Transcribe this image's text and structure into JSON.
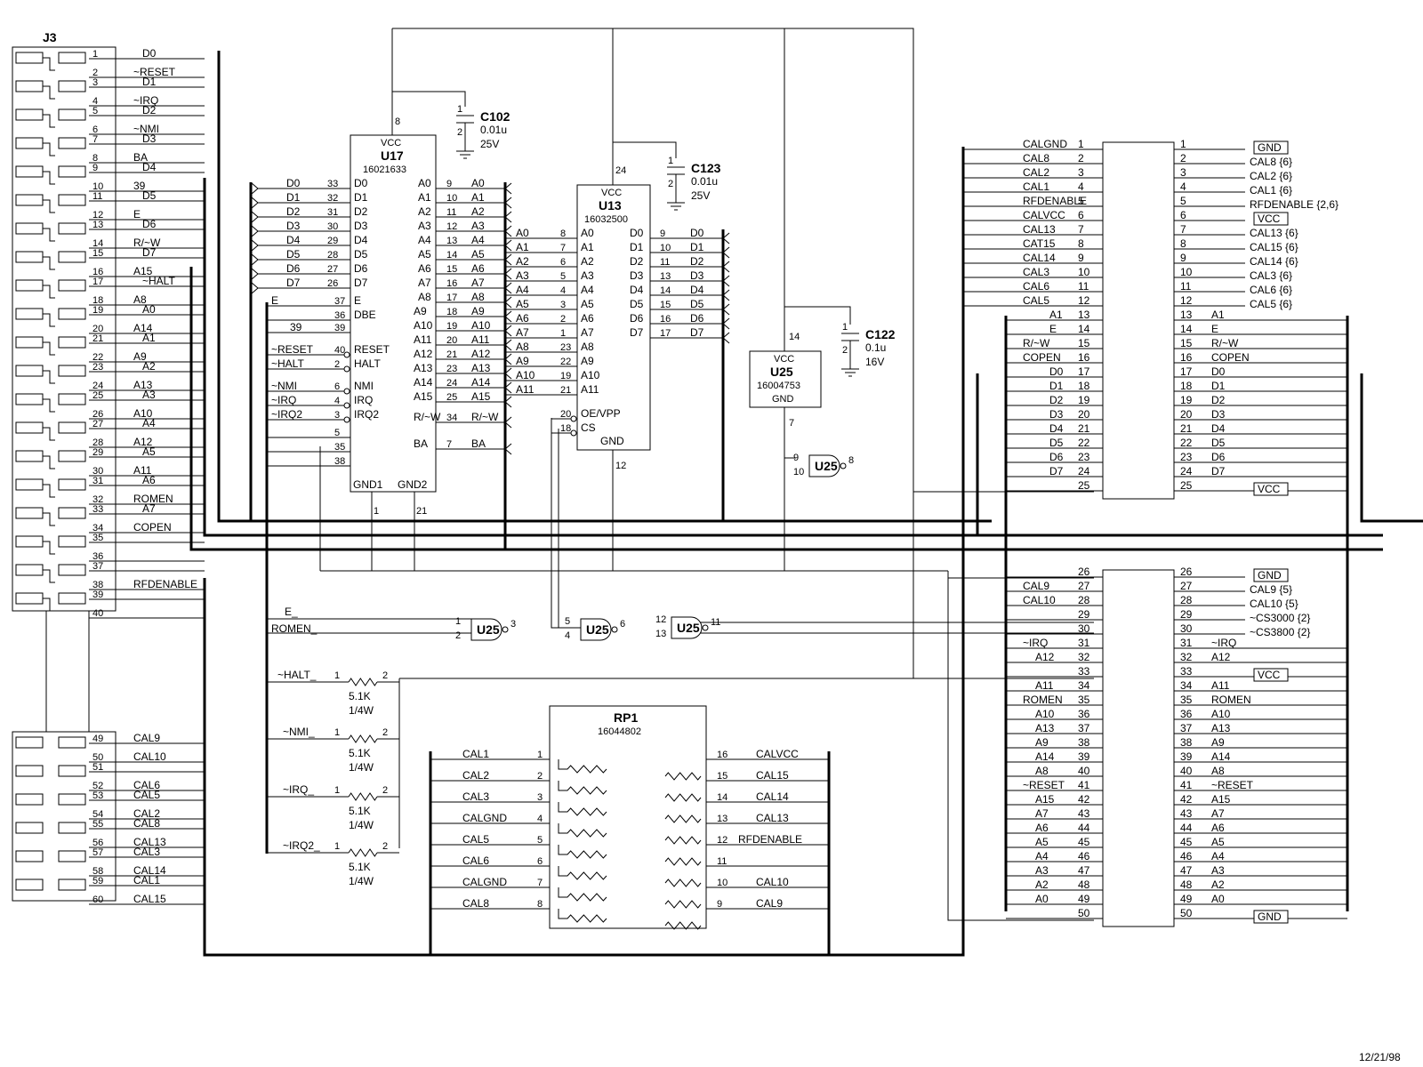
{
  "date": "12/21/98",
  "j3": {
    "ref": "J3",
    "left": [
      {
        "pin": "1",
        "sig": "D0"
      },
      {
        "pin": "2",
        "sig": "~RESET_"
      },
      {
        "pin": "3",
        "sig": "D1_"
      },
      {
        "pin": "4",
        "sig": "~IRQ_"
      },
      {
        "pin": "5",
        "sig": "D2_"
      },
      {
        "pin": "6",
        "sig": "~NMI_"
      },
      {
        "pin": "7",
        "sig": "D3_"
      },
      {
        "pin": "8",
        "sig": "BA"
      },
      {
        "pin": "9",
        "sig": "D4_"
      },
      {
        "pin": "10",
        "sig": "39"
      },
      {
        "pin": "11",
        "sig": "D5_"
      },
      {
        "pin": "12",
        "sig": "E"
      },
      {
        "pin": "13",
        "sig": "D6_"
      },
      {
        "pin": "14",
        "sig": "R/~W_"
      },
      {
        "pin": "15",
        "sig": "D7_"
      },
      {
        "pin": "16",
        "sig": "A15"
      },
      {
        "pin": "17",
        "sig": "~HALT_"
      },
      {
        "pin": "18",
        "sig": "A8_"
      },
      {
        "pin": "19",
        "sig": "A0_"
      },
      {
        "pin": "20",
        "sig": "A14_"
      },
      {
        "pin": "21",
        "sig": "A1_"
      },
      {
        "pin": "22",
        "sig": "A9_"
      },
      {
        "pin": "23",
        "sig": "A2_"
      },
      {
        "pin": "24",
        "sig": "A13_"
      },
      {
        "pin": "25",
        "sig": "A3_"
      },
      {
        "pin": "26",
        "sig": "A10_"
      },
      {
        "pin": "27",
        "sig": "A4_"
      },
      {
        "pin": "28",
        "sig": "A12_"
      },
      {
        "pin": "29",
        "sig": "A5_"
      },
      {
        "pin": "30",
        "sig": "A11_"
      },
      {
        "pin": "31",
        "sig": "A6_"
      },
      {
        "pin": "32",
        "sig": "ROMEN_"
      },
      {
        "pin": "33",
        "sig": "A7_"
      },
      {
        "pin": "34",
        "sig": "COPEN_"
      },
      {
        "pin": "35",
        "sig": ""
      },
      {
        "pin": "36",
        "sig": ""
      },
      {
        "pin": "37",
        "sig": ""
      },
      {
        "pin": "38",
        "sig": "RFDENABLE"
      },
      {
        "pin": "39",
        "sig": ""
      },
      {
        "pin": "40",
        "sig": ""
      }
    ],
    "lower": [
      {
        "pin": "49",
        "sig": "CAL9"
      },
      {
        "pin": "50",
        "sig": "CAL10_"
      },
      {
        "pin": "51",
        "sig": ""
      },
      {
        "pin": "52",
        "sig": "CAL6_"
      },
      {
        "pin": "53",
        "sig": "CAL5_"
      },
      {
        "pin": "54",
        "sig": "CAL2_"
      },
      {
        "pin": "55",
        "sig": "CAL8_"
      },
      {
        "pin": "56",
        "sig": "CAL13_"
      },
      {
        "pin": "57",
        "sig": "CAL3_"
      },
      {
        "pin": "58",
        "sig": "CAL14_"
      },
      {
        "pin": "59",
        "sig": "CAL1_"
      },
      {
        "pin": "60",
        "sig": "CAL15_"
      }
    ]
  },
  "u17": {
    "ref": "U17",
    "part": "16021633",
    "vcc": "VCC",
    "vcc_pin": "8",
    "gnd1": "GND1",
    "gnd2": "GND2",
    "gnd1_pin": "1",
    "gnd2_pin": "21",
    "left_pins": [
      {
        "net": "D0_",
        "num": "33",
        "name": "D0"
      },
      {
        "net": "D1_",
        "num": "32",
        "name": "D1"
      },
      {
        "net": "D2_",
        "num": "31",
        "name": "D2"
      },
      {
        "net": "D3_",
        "num": "30",
        "name": "D3"
      },
      {
        "net": "D4_",
        "num": "29",
        "name": "D4"
      },
      {
        "net": "D5_",
        "num": "28",
        "name": "D5"
      },
      {
        "net": "D6_",
        "num": "27",
        "name": "D6"
      },
      {
        "net": "D7_",
        "num": "26",
        "name": "D7"
      }
    ],
    "ctrl_pins": [
      {
        "net": "E_",
        "num": "37",
        "name": "E"
      },
      {
        "net": "",
        "num": "36",
        "name": "DBE"
      },
      {
        "net": "39",
        "num": "39",
        "name": ""
      },
      {
        "net": "~RESET_",
        "num": "40",
        "name": "RESET"
      },
      {
        "net": "~HALT_",
        "num": "2",
        "name": "HALT"
      },
      {
        "net": "~NMI_",
        "num": "6",
        "name": "NMI"
      },
      {
        "net": "~IRQ_",
        "num": "4",
        "name": "IRQ"
      },
      {
        "net": "~IRQ2_",
        "num": "3",
        "name": "IRQ2"
      },
      {
        "net": "",
        "num": "5",
        "name": ""
      },
      {
        "net": "",
        "num": "35",
        "name": ""
      },
      {
        "net": "",
        "num": "38",
        "name": ""
      }
    ],
    "right_pins": [
      {
        "name": "A0",
        "num": "9",
        "net": "A0_"
      },
      {
        "name": "A1",
        "num": "10",
        "net": "A1_"
      },
      {
        "name": "A2",
        "num": "11",
        "net": "A2_"
      },
      {
        "name": "A3",
        "num": "12",
        "net": "A3_"
      },
      {
        "name": "A4",
        "num": "13",
        "net": "A4_"
      },
      {
        "name": "A5",
        "num": "14",
        "net": "A5_"
      },
      {
        "name": "A6",
        "num": "15",
        "net": "A6_"
      },
      {
        "name": "A7",
        "num": "16",
        "net": "A7_"
      },
      {
        "name": "A8",
        "num": "17",
        "net": "A8_"
      },
      {
        "name": "A9",
        "num": "18",
        "net": "A9_"
      },
      {
        "name": "A10",
        "num": "19",
        "net": "A10_"
      },
      {
        "name": "A11",
        "num": "20",
        "net": "A11_"
      },
      {
        "name": "A12",
        "num": "21",
        "net": "A12_"
      },
      {
        "name": "A13",
        "num": "23",
        "net": "A13_"
      },
      {
        "name": "A14",
        "num": "24",
        "net": "A14_"
      },
      {
        "name": "A15",
        "num": "25",
        "net": "A15_"
      },
      {
        "name": "R/~W",
        "num": "34",
        "net": "R/~W_"
      },
      {
        "name": "BA",
        "num": "7",
        "net": "BA"
      }
    ]
  },
  "c102": {
    "ref": "C102",
    "val": "0.01u",
    "volt": "25V",
    "p1": "1",
    "p2": "2"
  },
  "c123": {
    "ref": "C123",
    "val": "0.01u",
    "volt": "25V",
    "p1": "1",
    "p2": "2"
  },
  "c122": {
    "ref": "C122",
    "val": "0.1u",
    "volt": "16V",
    "p1": "1",
    "p2": "2"
  },
  "u13": {
    "ref": "U13",
    "part": "16032500",
    "vcc": "VCC",
    "gnd": "GND",
    "vcc_pin": "24",
    "gnd_pin": "12",
    "left_pins": [
      {
        "net": "A0_",
        "num": "8",
        "name": "A0"
      },
      {
        "net": "A1_",
        "num": "7",
        "name": "A1"
      },
      {
        "net": "A2_",
        "num": "6",
        "name": "A2"
      },
      {
        "net": "A3_",
        "num": "5",
        "name": "A3"
      },
      {
        "net": "A4_",
        "num": "4",
        "name": "A4"
      },
      {
        "net": "A5_",
        "num": "3",
        "name": "A5"
      },
      {
        "net": "A6_",
        "num": "2",
        "name": "A6"
      },
      {
        "net": "A7_",
        "num": "1",
        "name": "A7"
      },
      {
        "net": "A8_",
        "num": "23",
        "name": "A8"
      },
      {
        "net": "A9_",
        "num": "22",
        "name": "A9"
      },
      {
        "net": "A10_",
        "num": "19",
        "name": "A10"
      },
      {
        "net": "A11_",
        "num": "21",
        "name": "A11"
      },
      {
        "net": "",
        "num": "20",
        "name": "OE/VPP"
      },
      {
        "net": "",
        "num": "18",
        "name": "CS"
      }
    ],
    "right_pins": [
      {
        "name": "D0",
        "num": "9",
        "net": "D0_"
      },
      {
        "name": "D1",
        "num": "10",
        "net": "D1_"
      },
      {
        "name": "D2",
        "num": "11",
        "net": "D2_"
      },
      {
        "name": "D3",
        "num": "13",
        "net": "D3_"
      },
      {
        "name": "D4",
        "num": "14",
        "net": "D4_"
      },
      {
        "name": "D5",
        "num": "15",
        "net": "D5_"
      },
      {
        "name": "D6",
        "num": "16",
        "net": "D6_"
      },
      {
        "name": "D7",
        "num": "17",
        "net": "D7_"
      }
    ]
  },
  "u25": {
    "ref": "U25",
    "part": "16004753",
    "vcc": "VCC",
    "gnd": "GND",
    "vcc_pin": "14",
    "gnd_pin": "7"
  },
  "gates": [
    {
      "ref": "U25",
      "in1": "9",
      "in2": "10",
      "out": "8"
    },
    {
      "ref": "U25",
      "in1": "1",
      "in2": "2",
      "out": "3",
      "net1": "E_",
      "net2": "ROMEN_"
    },
    {
      "ref": "U25",
      "in1": "5",
      "in2": "4",
      "out": "6"
    },
    {
      "ref": "U25",
      "in1": "12",
      "in2": "13",
      "out": "11"
    }
  ],
  "resistors": [
    {
      "net": "~HALT_",
      "p1": "1",
      "p2": "2",
      "val": "5.1K",
      "watt": "1/4W"
    },
    {
      "net": "~NMI_",
      "p1": "1",
      "p2": "2",
      "val": "5.1K",
      "watt": "1/4W"
    },
    {
      "net": "~IRQ_",
      "p1": "1",
      "p2": "2",
      "val": "5.1K",
      "watt": "1/4W"
    },
    {
      "net": "~IRQ2_",
      "p1": "1",
      "p2": "2",
      "val": "5.1K",
      "watt": "1/4W"
    }
  ],
  "rp1": {
    "ref": "RP1",
    "part": "16044802",
    "left": [
      {
        "net": "CAL1_",
        "num": "1"
      },
      {
        "net": "CAL2_",
        "num": "2"
      },
      {
        "net": "CAL3_",
        "num": "3"
      },
      {
        "net": "CALGND",
        "num": "4"
      },
      {
        "net": "CAL5_",
        "num": "5"
      },
      {
        "net": "CAL6_",
        "num": "6"
      },
      {
        "net": "CALGND",
        "num": "7"
      },
      {
        "net": "CAL8_",
        "num": "8"
      }
    ],
    "right": [
      {
        "num": "16",
        "net": "CALVCC"
      },
      {
        "num": "15",
        "net": "CAL15_"
      },
      {
        "num": "14",
        "net": "CAL14_"
      },
      {
        "num": "13",
        "net": "CAL13_"
      },
      {
        "num": "12",
        "net": "RFDENABLE_"
      },
      {
        "num": "11",
        "net": ""
      },
      {
        "num": "10",
        "net": "CAL10_"
      },
      {
        "num": "9",
        "net": "CAL9_"
      }
    ]
  },
  "conn_top": [
    {
      "l": "CALGND",
      "p": "1",
      "r": ""
    },
    {
      "l": "CAL8_",
      "p": "2",
      "r": "CAL8 {6}"
    },
    {
      "l": "CAL2_",
      "p": "3",
      "r": "CAL2 {6}"
    },
    {
      "l": "CAL1_",
      "p": "4",
      "r": "CAL1 {6}"
    },
    {
      "l": "RFDENABLE_",
      "p": "5",
      "r": "RFDENABLE {2,6}"
    },
    {
      "l": "CALVCC",
      "p": "6",
      "r": ""
    },
    {
      "l": "CAL13_",
      "p": "7",
      "r": "CAL13 {6}"
    },
    {
      "l": "CAT15_",
      "p": "8",
      "r": "CAL15 {6}"
    },
    {
      "l": "CAL14_",
      "p": "9",
      "r": "CAL14 {6}"
    },
    {
      "l": "CAL3_",
      "p": "10",
      "r": "CAL3 {6}"
    },
    {
      "l": "CAL6_",
      "p": "11",
      "r": "CAL6 {6}"
    },
    {
      "l": "CAL5_",
      "p": "12",
      "r": "CAL5 {6}"
    },
    {
      "l": "A1_",
      "p": "13",
      "r": "A1"
    },
    {
      "l": "E_",
      "p": "14",
      "r": "E"
    },
    {
      "l": "R/~W_",
      "p": "15",
      "r": "R/~W"
    },
    {
      "l": "COPEN_",
      "p": "16",
      "r": "COPEN"
    },
    {
      "l": "D0_",
      "p": "17",
      "r": "D0"
    },
    {
      "l": "D1_",
      "p": "18",
      "r": "D1"
    },
    {
      "l": "D2_",
      "p": "19",
      "r": "D2"
    },
    {
      "l": "D3_",
      "p": "20",
      "r": "D3"
    },
    {
      "l": "D4_",
      "p": "21",
      "r": "D4"
    },
    {
      "l": "D5_",
      "p": "22",
      "r": "D5"
    },
    {
      "l": "D6_",
      "p": "23",
      "r": "D6"
    },
    {
      "l": "D7_",
      "p": "24",
      "r": "D7"
    },
    {
      "l": "",
      "p": "25",
      "r": ""
    }
  ],
  "conn_bot": [
    {
      "l": "",
      "p": "26",
      "r": ""
    },
    {
      "l": "CAL9_",
      "p": "27",
      "r": "CAL9 {5}"
    },
    {
      "l": "CAL10_",
      "p": "28",
      "r": "CAL10 {5}"
    },
    {
      "l": "",
      "p": "29",
      "r": "~CS3000 {2}"
    },
    {
      "l": "",
      "p": "30",
      "r": "~CS3800 {2}"
    },
    {
      "l": "~IRQ_",
      "p": "31",
      "r": "~IRQ"
    },
    {
      "l": "A12_",
      "p": "32",
      "r": "A12"
    },
    {
      "l": "",
      "p": "33",
      "r": ""
    },
    {
      "l": "A11_",
      "p": "34",
      "r": "A11"
    },
    {
      "l": "ROMEN_",
      "p": "35",
      "r": "ROMEN"
    },
    {
      "l": "A10_",
      "p": "36",
      "r": "A10"
    },
    {
      "l": "A13_",
      "p": "37",
      "r": "A13"
    },
    {
      "l": "A9_",
      "p": "38",
      "r": "A9"
    },
    {
      "l": "A14_",
      "p": "39",
      "r": "A14"
    },
    {
      "l": "A8_",
      "p": "40",
      "r": "A8"
    },
    {
      "l": "~RESET_",
      "p": "41",
      "r": "~RESET"
    },
    {
      "l": "A15_",
      "p": "42",
      "r": "A15"
    },
    {
      "l": "A7_",
      "p": "43",
      "r": "A7"
    },
    {
      "l": "A6_",
      "p": "44",
      "r": "A6"
    },
    {
      "l": "A5_",
      "p": "45",
      "r": "A5"
    },
    {
      "l": "A4_",
      "p": "46",
      "r": "A4"
    },
    {
      "l": "A3_",
      "p": "47",
      "r": "A3"
    },
    {
      "l": "A2_",
      "p": "48",
      "r": "A2"
    },
    {
      "l": "A0_",
      "p": "49",
      "r": "A0"
    },
    {
      "l": "",
      "p": "50",
      "r": ""
    }
  ],
  "power_flags": [
    {
      "label": "GND",
      "row": "1"
    },
    {
      "label": "VCC",
      "row": "6"
    },
    {
      "label": "VCC",
      "row": "25"
    },
    {
      "label": "GND",
      "row": "26"
    },
    {
      "label": "VCC",
      "row": "33"
    },
    {
      "label": "GND",
      "row": "50"
    }
  ]
}
